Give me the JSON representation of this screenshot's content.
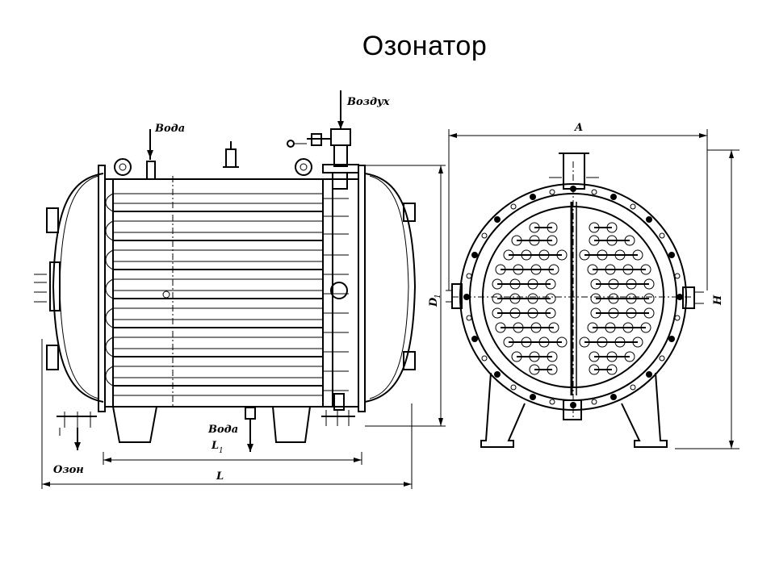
{
  "title": "Озонатор",
  "labels": {
    "water_in": "Вода",
    "air": "Воздух",
    "water_out": "Вода",
    "ozone": "Озон",
    "dim_L": "L",
    "dim_L1": "L",
    "dim_L1_sub": "1",
    "dim_D1": "D",
    "dim_D1_sub": "1",
    "dim_A": "A",
    "dim_H": "H"
  }
}
